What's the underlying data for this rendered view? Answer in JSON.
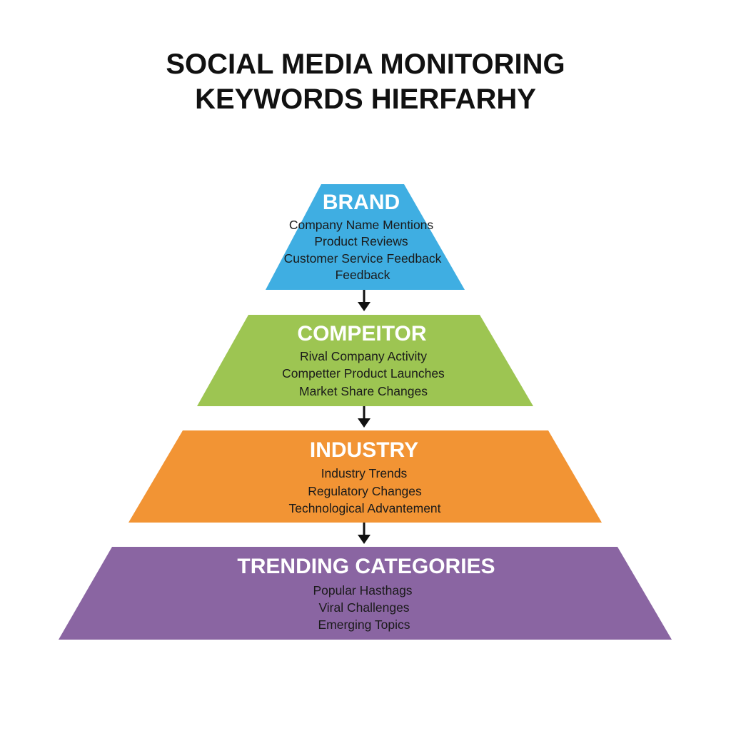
{
  "title": {
    "line1": "SOCIAL MEDIA MONITORING",
    "line2": "KEYWORDS HIERFARHY"
  },
  "tiers": [
    {
      "heading": "BRAND",
      "color": "#3FAEE2",
      "items": [
        "Company Name Mentions",
        "Product Reviews",
        "Customer Service Feedback",
        "Feedback"
      ]
    },
    {
      "heading": "COMPEITOR",
      "color": "#9DC552",
      "items": [
        "Rival Company Activity",
        "Competter Product Launches",
        "Market Share Changes"
      ]
    },
    {
      "heading": "INDUSTRY",
      "color": "#F29434",
      "items": [
        "Industry Trends",
        "Regulatory Changes",
        "Technological Advantement"
      ]
    },
    {
      "heading": "TRENDING CATEGORIES",
      "color": "#8A65A2",
      "items": [
        "Popular Hasthags",
        "Viral Challenges",
        "Emerging Topics"
      ]
    }
  ],
  "connector_color": "#111111"
}
